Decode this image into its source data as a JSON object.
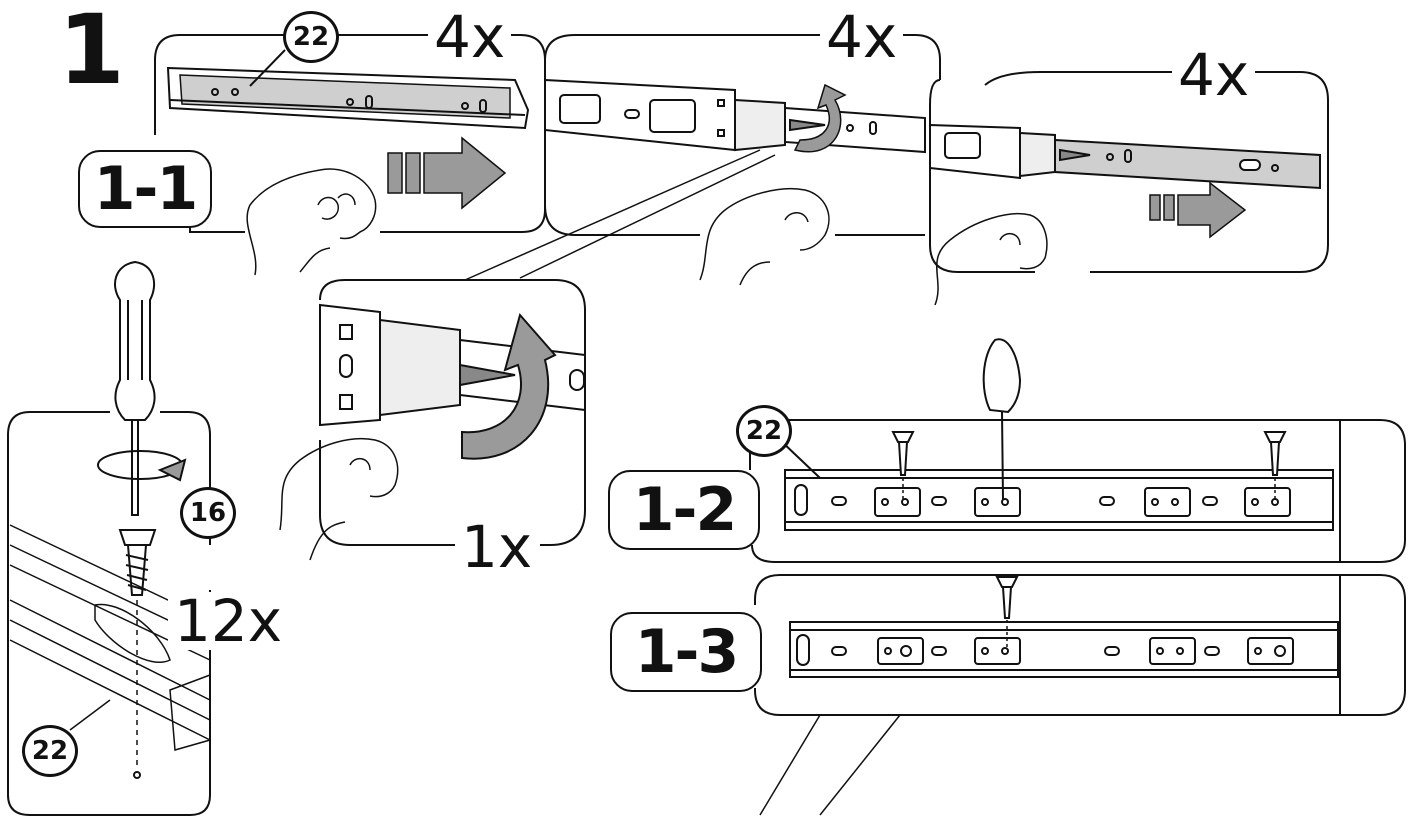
{
  "step": {
    "number": "1"
  },
  "panels": {
    "extend_rail": {
      "quantity": "4x",
      "part": "22",
      "substep": "1-1"
    },
    "release_lever": {
      "quantity": "4x"
    },
    "separate_rail": {
      "quantity": "4x"
    },
    "lever_detail": {
      "quantity": "1x"
    },
    "screw_detail": {
      "quantity": "12x",
      "screw_part": "16",
      "rail_part": "22"
    },
    "mount_rail": {
      "substep": "1-2",
      "part": "22"
    },
    "mount_rail_final": {
      "substep": "1-3"
    }
  }
}
